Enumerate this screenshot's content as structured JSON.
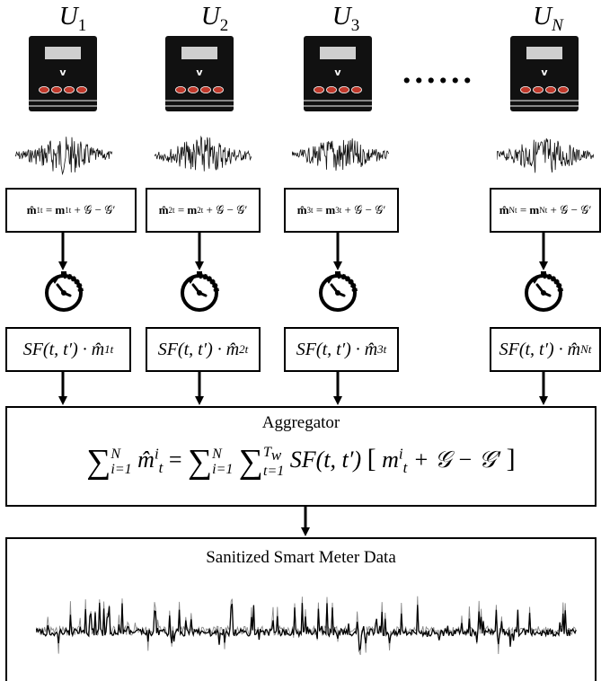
{
  "users": [
    {
      "symbol": "U",
      "index": "1",
      "eq": {
        "lhs": "m̂",
        "sup": "1",
        "sub": "t",
        "rhs_m": "m",
        "rest": "+ 𝒢 − 𝒢′"
      },
      "sf": {
        "pre": "SF(t, t′) · m̂",
        "sup": "1",
        "sub": "t"
      }
    },
    {
      "symbol": "U",
      "index": "2",
      "eq": {
        "lhs": "m̂",
        "sup": "2",
        "sub": "t",
        "rhs_m": "m",
        "rest": "+ 𝒢 − 𝒢′"
      },
      "sf": {
        "pre": "SF(t, t′) · m̂",
        "sup": "2",
        "sub": "t"
      }
    },
    {
      "symbol": "U",
      "index": "3",
      "eq": {
        "lhs": "m̂",
        "sup": "3",
        "sub": "t",
        "rhs_m": "m",
        "rest": "+ 𝒢 − 𝒢′"
      },
      "sf": {
        "pre": "SF(t, t′) · m̂",
        "sup": "3",
        "sub": "t"
      }
    },
    {
      "symbol": "U",
      "index": "N",
      "eq": {
        "lhs": "m̂",
        "sup": "N",
        "sub": "t",
        "rhs_m": "m",
        "rest": "+ 𝒢 − 𝒢′"
      },
      "sf": {
        "pre": "SF(t, t′) · m̂",
        "sup": "N",
        "sub": "t"
      }
    }
  ],
  "ellipsis": "......",
  "meter": {
    "display_char": "v",
    "button_color": "#c0392b",
    "body_color": "#111111"
  },
  "aggregator": {
    "title": "Aggregator",
    "sum_symbol": "∑",
    "lower": "i=1",
    "upper": "N",
    "m_hat": "m̂",
    "m_hat_sup": "i",
    "m_hat_sub": "t",
    "equals": "=",
    "t_lower": "t=1",
    "t_upper": "T",
    "t_upper_sub": "w",
    "sf_text": "SF(t, t′)",
    "open_bracket": "[",
    "m": "m",
    "m_sup": "i",
    "m_sub": "t",
    "g_terms": "+ 𝒢 − 𝒢′",
    "close_bracket": "]"
  },
  "output": {
    "title": "Sanitized Smart Meter Data"
  }
}
